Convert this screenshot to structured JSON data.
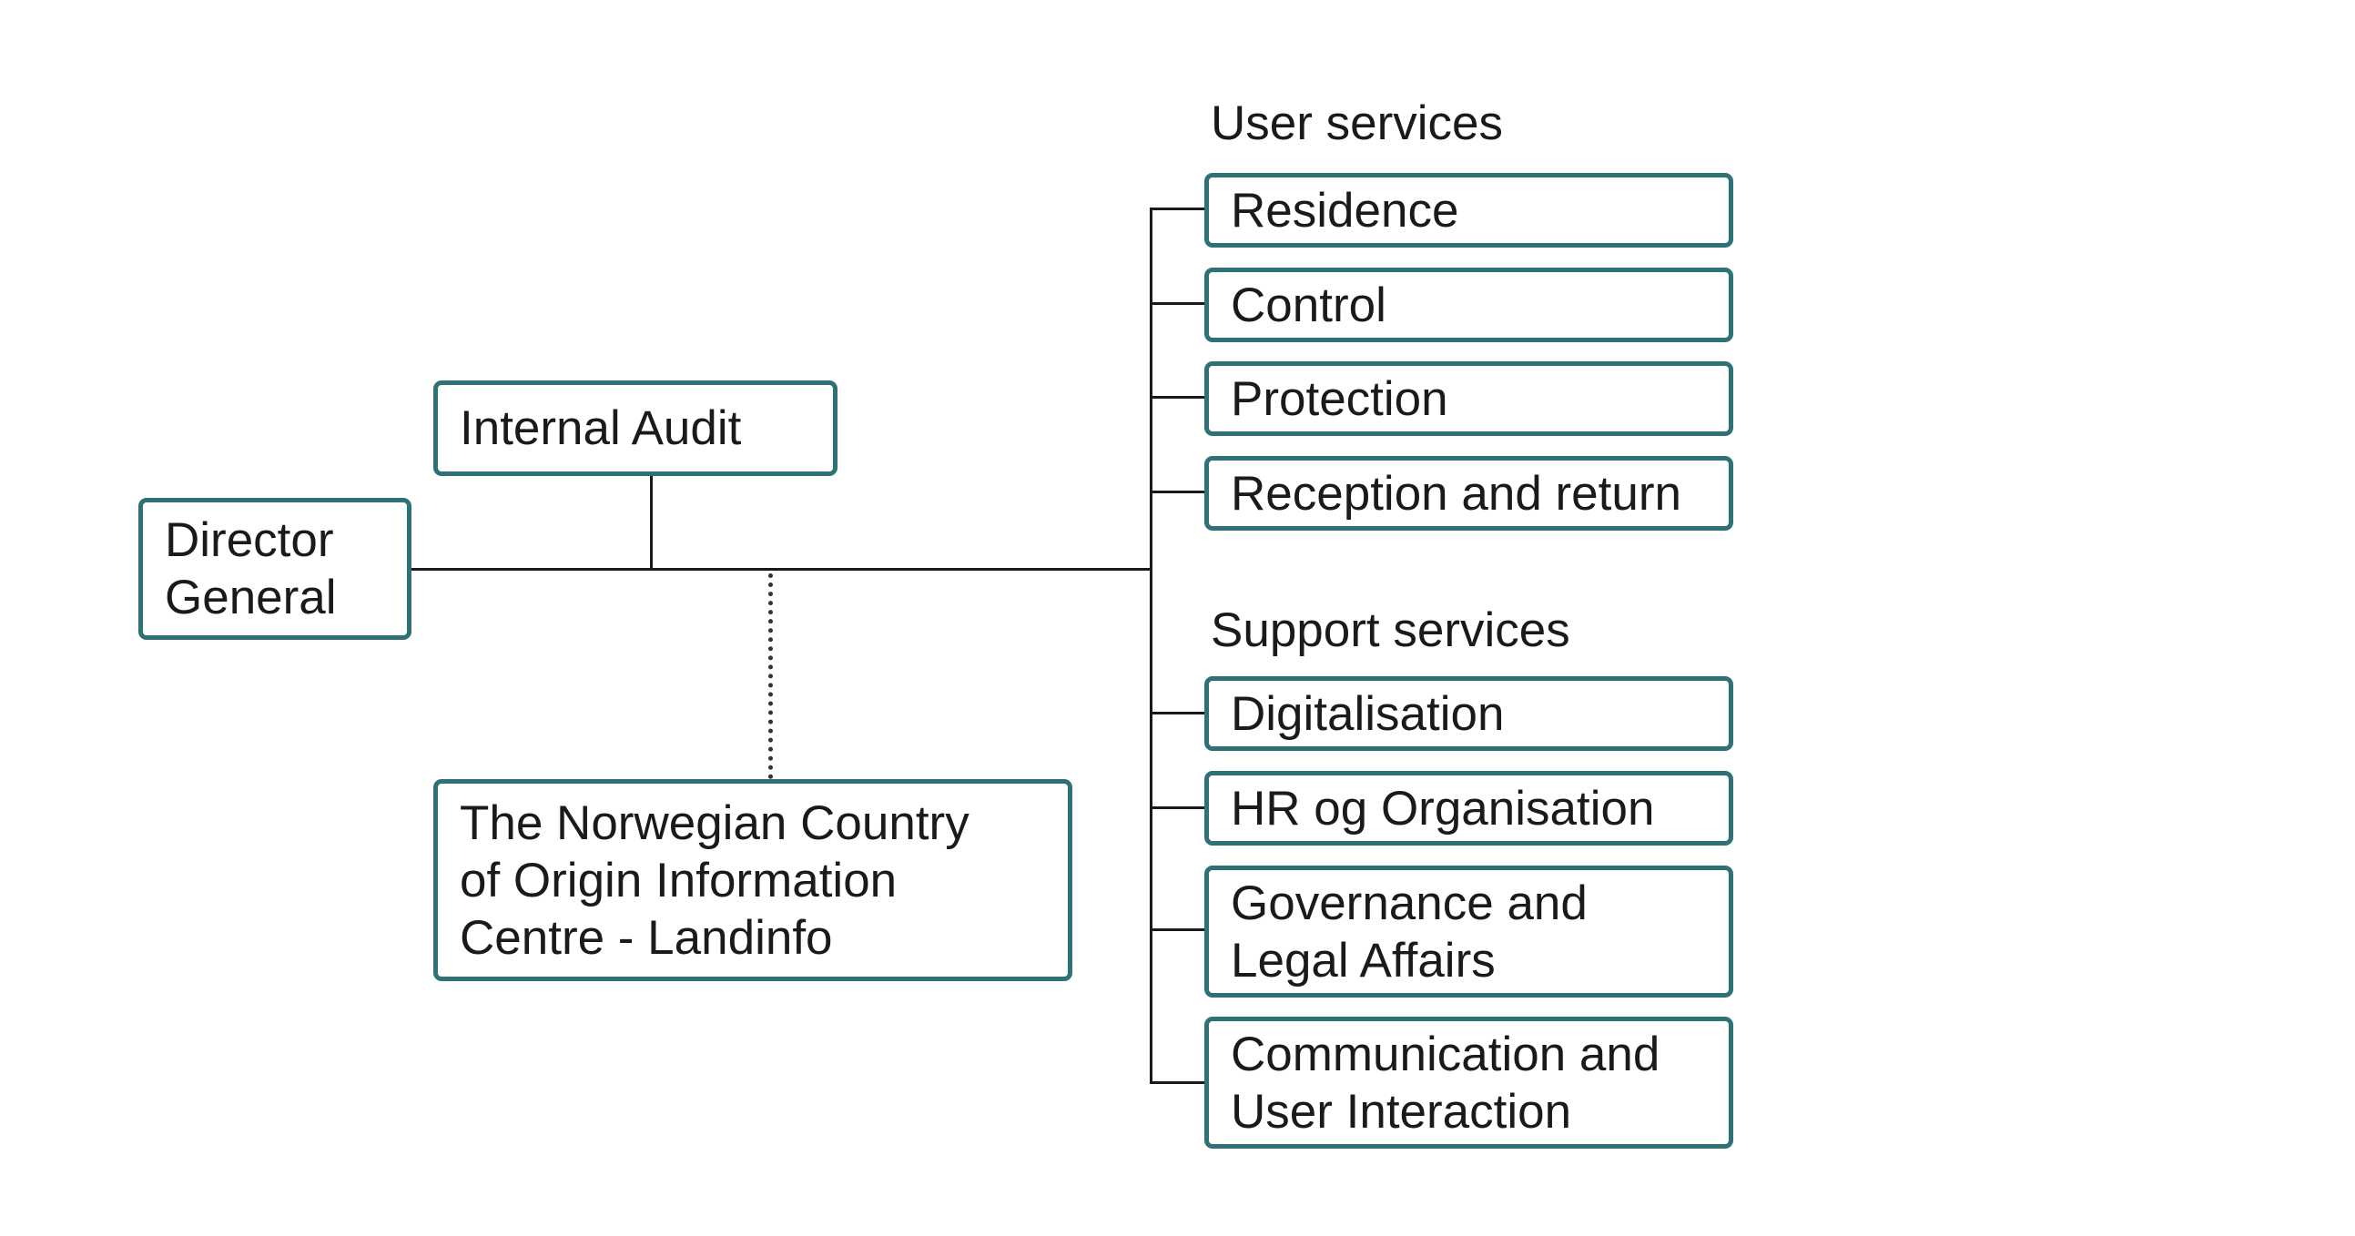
{
  "colors": {
    "box_border": "#2e7276",
    "line": "#1a1a1a"
  },
  "director": {
    "label": "Director\nGeneral"
  },
  "internal_audit": {
    "label": "Internal Audit"
  },
  "landinfo": {
    "label": "The Norwegian Country\nof Origin Information\nCentre - Landinfo"
  },
  "user_services": {
    "title": "User services",
    "items": [
      {
        "label": "Residence"
      },
      {
        "label": "Control"
      },
      {
        "label": "Protection"
      },
      {
        "label": "Reception and return"
      }
    ]
  },
  "support_services": {
    "title": "Support services",
    "items": [
      {
        "label": "Digitalisation"
      },
      {
        "label": "HR og Organisation"
      },
      {
        "label": "Governance and\nLegal Affairs"
      },
      {
        "label": "Communication and\nUser Interaction"
      }
    ]
  }
}
